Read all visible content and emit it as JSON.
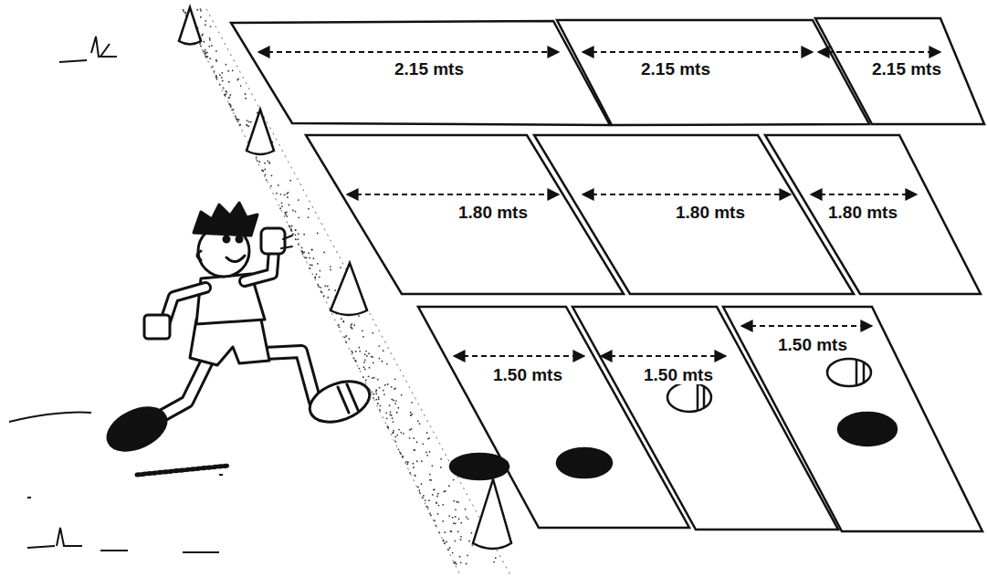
{
  "diagram": {
    "labels": [
      "2.15 mts",
      "2.15 mts",
      "2.15 mts",
      "1.80 mts",
      "1.80 mts",
      "1.80 mts",
      "1.50 mts",
      "1.50 mts",
      "1.50 mts"
    ]
  }
}
